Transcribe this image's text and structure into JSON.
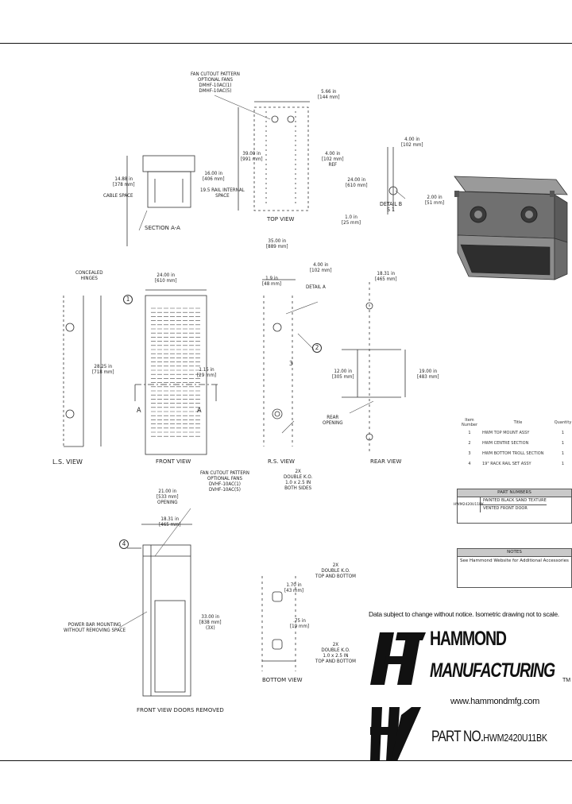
{
  "views": {
    "top_view": "TOP VIEW",
    "section_aa": "SECTION A-A",
    "front_view": "FRONT VIEW",
    "ls_view": "L.S. VIEW",
    "rs_view": "R.S. VIEW",
    "rear_view": "REAR VIEW",
    "bottom_view": "BOTTOM VIEW",
    "front_view_doors_removed": "FRONT VIEW DOORS REMOVED",
    "detail_b": "DETAIL B\nS 1",
    "detail_a": "DETAIL A"
  },
  "annotations": {
    "fan_cutout_top": "FAN CUTOUT PATTERN\nOPTIONAL FANS\nDMHF-10AC(1)\nDMHF-10AC(5)",
    "fan_cutout_mid": "FAN CUTOUT PATTERN\nOPTIONAL FANS\nDVHF-10AC(1)\nDVHF-10AC(5)",
    "cable_space": "CABLE SPACE",
    "rail_space": "19.5 RAIL INTERNAL\nSPACE",
    "concealed_hinges": "CONCEALED\nHINGES",
    "power_bar": "POWER BAR MOUNTING\nWITHOUT REMOVING SPACE",
    "knockouts_sides": "2X\nDOUBLE K.O.\n1.0 x 2.5 IN\nBOTH SIDES",
    "knockouts_top_bottom": "2X\nDOUBLE K.O.\nTOP AND BOTTOM",
    "knockouts_bottom": "2X\nDOUBLE K.O.\n1.0 x 2.5 IN\nTOP AND BOTTOM",
    "rear_opening": "REAR\nOPENING",
    "opening": "OPENING"
  },
  "dimensions": {
    "d1": "5.66 in\n[144 mm]",
    "d2": "39.00 in\n[991 mm]",
    "d3": "4.00 in\n[102 mm]\nREF",
    "d4": "14.88 in\n[378 mm]",
    "d5": "16.00 in\n[406 mm]",
    "d6": "24.00 in\n[610 mm]",
    "d7": "4.00 in\n[102 mm]",
    "d8": "2.00 in\n[51 mm]",
    "d9": "1.0 in\n[25 mm]",
    "d10": "28.25 in\n[718 mm]",
    "d11": "1.15 in\n[29 mm]",
    "d12": "35.00 in\n[889 mm]",
    "d13": "12.00 in\n[305 mm]",
    "d14": "19.00 in\n[483 mm]",
    "d15": "21.00 in\n[533 mm]\nOPENING",
    "d16": "18.31 in\n[465 mm]",
    "d17": "33.00 in\n[838 mm]\n(3X)",
    "d18": "1.70 in\n[43 mm]",
    "d19": ".75 in\n[19 mm]",
    "d20": "1.9 in\n[48 mm]"
  },
  "bom": {
    "headers": [
      "Item Number",
      "Title",
      "Quantity"
    ],
    "rows": [
      [
        "1",
        "HWM TOP MOUNT ASSY",
        "1"
      ],
      [
        "2",
        "HWM CENTRE SECTION",
        "1"
      ],
      [
        "3",
        "HWM BOTTOM TROLL SECTION",
        "1"
      ],
      [
        "4",
        "19\" RACK RAIL SET ASSY",
        "1"
      ]
    ]
  },
  "part_numbers": {
    "header": "PART NUMBERS",
    "part": "HWM2420U11BK",
    "lines": [
      "PAINTED BLACK SAND TEXTURE",
      "VENTED FRONT DOOR"
    ]
  },
  "notes": {
    "header": "NOTES",
    "text": "See Hammond Website for Additional Accessories"
  },
  "disclaimer": "Data subject to change without notice. Isometric drawing not to scale.",
  "brand": {
    "line1": "HAMMOND",
    "line2": "MANUFACTURING",
    "tm": "TM",
    "website": "www.hammondmfg.com"
  },
  "part_label": {
    "prefix": "PART NO.",
    "value": "HWM2420U11BK"
  },
  "callouts": [
    "1",
    "2",
    "3",
    "4"
  ],
  "section_markers": [
    "A",
    "A"
  ]
}
